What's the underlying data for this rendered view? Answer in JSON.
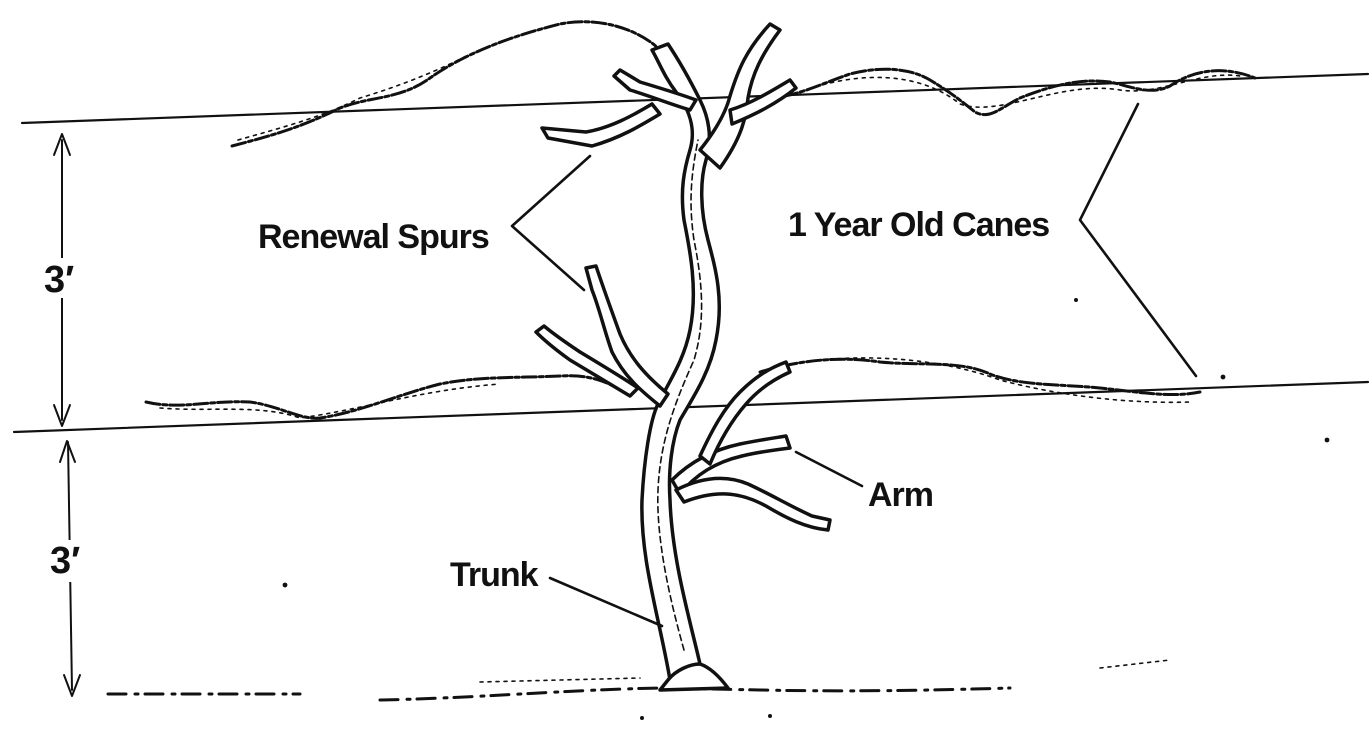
{
  "diagram": {
    "labels": {
      "renewal_spurs": "Renewal Spurs",
      "one_year_old_canes": "1 Year Old Canes",
      "arm": "Arm",
      "trunk": "Trunk"
    },
    "dimensions": {
      "upper": "3′",
      "lower": "3′"
    }
  }
}
